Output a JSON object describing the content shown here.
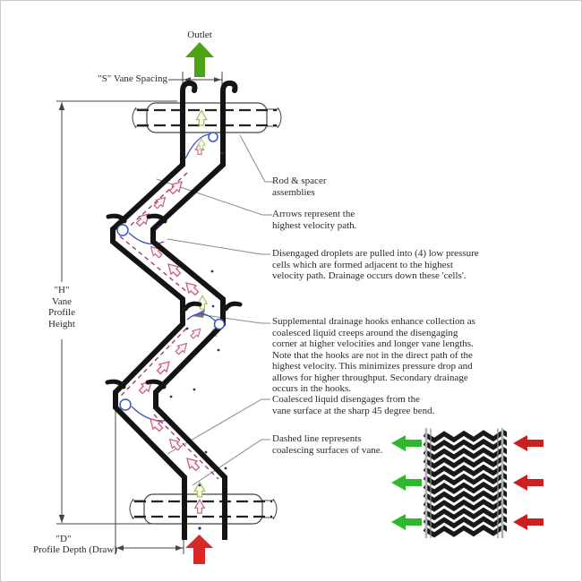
{
  "labels": {
    "outlet": "Outlet",
    "vane_spacing": "\"S\" Vane Spacing",
    "vane_height": "\"H\"\nVane\nProfile\nHeight",
    "depth_symbol": "\"D\"",
    "depth_caption": "Profile Depth (Draw)"
  },
  "annotations": [
    {
      "id": "rod-spacer",
      "text": "Rod & spacer\nassemblies"
    },
    {
      "id": "arrows-velocity",
      "text": "Arrows represent the\nhighest velocity path."
    },
    {
      "id": "disengaged-droplets",
      "text": "Disengaged droplets are pulled into (4) low pressure\ncells which are formed adjacent to the highest\nvelocity path. Drainage occurs down these 'cells'."
    },
    {
      "id": "supplemental-hooks",
      "text": "Supplemental drainage hooks enhance collection as\ncoalesced liquid creeps around the disengaging\ncorner at higher velocities and longer vane lengths.\nNote that the hooks are not in the direct path of the\nhighest velocity. This minimizes pressure drop and\nallows for higher throughput. Secondary drainage\noccurs in the hooks."
    },
    {
      "id": "coalesced-disengage",
      "text": "Coalesced liquid disengages from the\nvane surface at the sharp 45 degree bend."
    },
    {
      "id": "dashed-line",
      "text": "Dashed line represents\ncoalescing surfaces of vane."
    }
  ],
  "colors": {
    "outlet_arrow_green": "#4ca318",
    "inlet_arrow_red": "#d92828",
    "inset_green": "#2eb82e",
    "inset_red": "#cc2020",
    "vane_black": "#141414",
    "droplet_blue": "#3a55c0",
    "flow_pink": "#c4607e",
    "flow_green": "#a9c25f",
    "coalescing_dash": "#a03060",
    "stack_dark": "#191919",
    "dimension_line": "#444444",
    "leader_line": "#888888"
  }
}
